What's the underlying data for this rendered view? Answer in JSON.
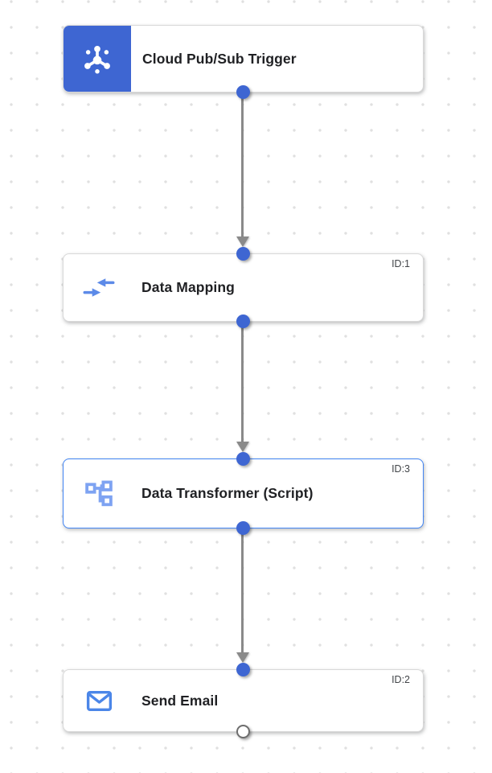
{
  "workflow": {
    "nodes": [
      {
        "label": "Cloud Pub/Sub Trigger",
        "type": "trigger",
        "icon": "pubsub-icon"
      },
      {
        "label": "Data Mapping",
        "type": "task",
        "icon": "data-mapping-icon",
        "id_label": "ID:1"
      },
      {
        "label": "Data Transformer (Script)",
        "type": "task",
        "icon": "data-transformer-icon",
        "id_label": "ID:3",
        "selected": true
      },
      {
        "label": "Send Email",
        "type": "task",
        "icon": "email-icon",
        "id_label": "ID:2"
      }
    ],
    "edges": [
      {
        "from": "Cloud Pub/Sub Trigger",
        "to": "Data Mapping"
      },
      {
        "from": "Data Mapping",
        "to": "Data Transformer (Script)"
      },
      {
        "from": "Data Transformer (Script)",
        "to": "Send Email"
      }
    ],
    "colors": {
      "node_accent_blue": "#3e66d2",
      "port_blue": "#3e66d2",
      "selected_border_blue": "#4285f4",
      "edge_gray": "#8a8a8a",
      "mapping_icon_blue": "#5c8ae8",
      "transformer_icon_blue": "#7ea3f2",
      "email_icon_blue": "#4b86e8",
      "title_text": "#202124",
      "id_text": "#424549",
      "card_border": "#d9d9d9",
      "grid_dot": "#e0e0e0"
    }
  }
}
